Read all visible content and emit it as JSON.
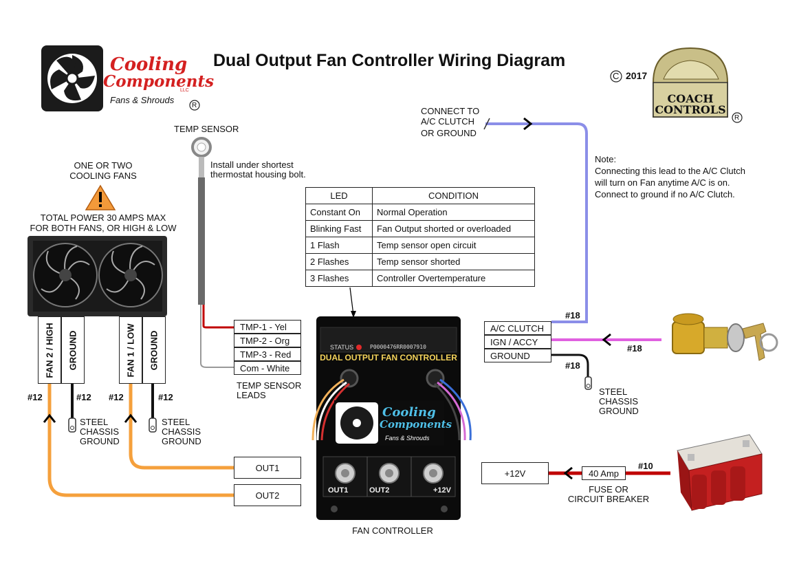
{
  "title": "Dual Output Fan Controller Wiring Diagram",
  "copyright": "2017",
  "registered_mark": "R",
  "logos": {
    "cooling_components": {
      "line1": "Cooling",
      "line2": "Components",
      "tag": "Fans & Shrouds",
      "llc": "LLC"
    },
    "coach_controls": "COACH CONTROLS"
  },
  "fans": {
    "caption": "ONE OR TWO COOLING FANS",
    "power_note_1": "TOTAL POWER 30 AMPS MAX",
    "power_note_2": "FOR BOTH FANS, OR HIGH & LOW",
    "terminals": [
      "FAN 2 / HIGH",
      "GROUND",
      "FAN 1 / LOW",
      "GROUND"
    ],
    "gauges": [
      "#12",
      "#12",
      "#12",
      "#12"
    ],
    "ground_label_1": "STEEL",
    "ground_label_2": "CHASSIS",
    "ground_label_3": "GROUND"
  },
  "temp_sensor": {
    "title": "TEMP SENSOR",
    "install_1": "Install under shortest",
    "install_2": "thermostat housing bolt.",
    "leads": [
      "TMP-1 - Yel",
      "TMP-2 - Org",
      "TMP-3 - Red",
      "Com - White"
    ],
    "leads_caption_1": "TEMP SENSOR",
    "leads_caption_2": "LEADS"
  },
  "led_table": {
    "headers": [
      "LED",
      "CONDITION"
    ],
    "rows": [
      [
        "Constant On",
        "Normal Operation"
      ],
      [
        "Blinking Fast",
        "Fan Output shorted or overloaded"
      ],
      [
        "1 Flash",
        "Temp sensor open circuit"
      ],
      [
        "2 Flashes",
        "Temp sensor shorted"
      ],
      [
        "3 Flashes",
        "Controller Overtemperature"
      ]
    ]
  },
  "ac": {
    "connect_1": "CONNECT TO",
    "connect_2": "A/C CLUTCH",
    "connect_3": "OR GROUND",
    "note_title": "Note:",
    "note_1": "Connecting this lead to the A/C Clutch",
    "note_2": "will turn on Fan anytime A/C is on.",
    "note_3": "Connect to ground if no A/C Clutch."
  },
  "controller": {
    "status": "STATUS",
    "serial": "P0000476RR0007910",
    "name": "DUAL OUTPUT FAN CONTROLLER",
    "terminals": [
      "OUT1",
      "OUT2",
      "+12V"
    ],
    "caption": "FAN CONTROLLER"
  },
  "right_terminals": [
    "A/C CLUTCH",
    "IGN / ACCY",
    "GROUND"
  ],
  "outputs": [
    "OUT1",
    "OUT2"
  ],
  "power": {
    "plus12": "+12V",
    "fuse": "40 Amp",
    "fuse_caption_1": "FUSE OR",
    "fuse_caption_2": "CIRCUIT BREAKER",
    "gauge_battery": "#10"
  },
  "gauges_right": [
    "#18",
    "#18",
    "#18"
  ],
  "colors": {
    "orange_wire": "#f5a03c",
    "red_wire": "#c00000",
    "blue_wire": "#8b8ee8",
    "magenta_wire": "#e060e0",
    "black_wire": "#111111",
    "accent_red": "#d42020"
  }
}
